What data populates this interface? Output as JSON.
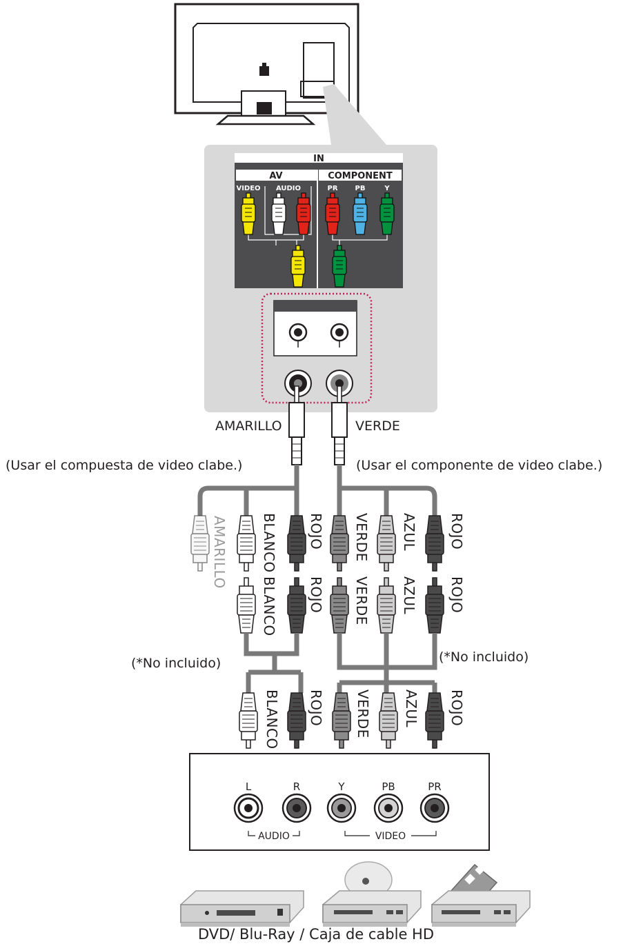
{
  "panel": {
    "in_label": "IN",
    "av_label": "AV",
    "component_label": "COMPONENT",
    "video_label": "VIDEO",
    "audio_label": "AUDIO",
    "pr_label": "PR",
    "pb_label": "PB",
    "y_label": "Y"
  },
  "cable_colors": {
    "left": "AMARILLO",
    "right": "VERDE"
  },
  "notes": {
    "composite": "(Usar el compuesta de video clabe.)",
    "component": "(Usar el componente de video clabe.)",
    "not_included_left": "(*No incluido)",
    "not_included_right": "(*No incluido)"
  },
  "plug_labels": {
    "row1": [
      "AMARILLO",
      "BLANCO",
      "ROJO",
      "VERDE",
      "AZUL",
      "ROJO"
    ],
    "row2": [
      "BLANCO",
      "ROJO",
      "VERDE",
      "AZUL",
      "ROJO"
    ],
    "row3": [
      "BLANCO",
      "ROJO",
      "VERDE",
      "AZUL",
      "ROJO"
    ]
  },
  "device_panel": {
    "ports": [
      "L",
      "R",
      "Y",
      "PB",
      "PR"
    ],
    "audio_group": "AUDIO",
    "video_group": "VIDEO"
  },
  "devices_caption": "DVD/ Blu-Ray / Caja de cable HD",
  "colors": {
    "yellow": "#f4e600",
    "red": "#e2231a",
    "green": "#00923f",
    "blue": "#4eb3e4",
    "panel_dark": "#4d4d4f",
    "panel_bg": "#d9d9d9"
  }
}
